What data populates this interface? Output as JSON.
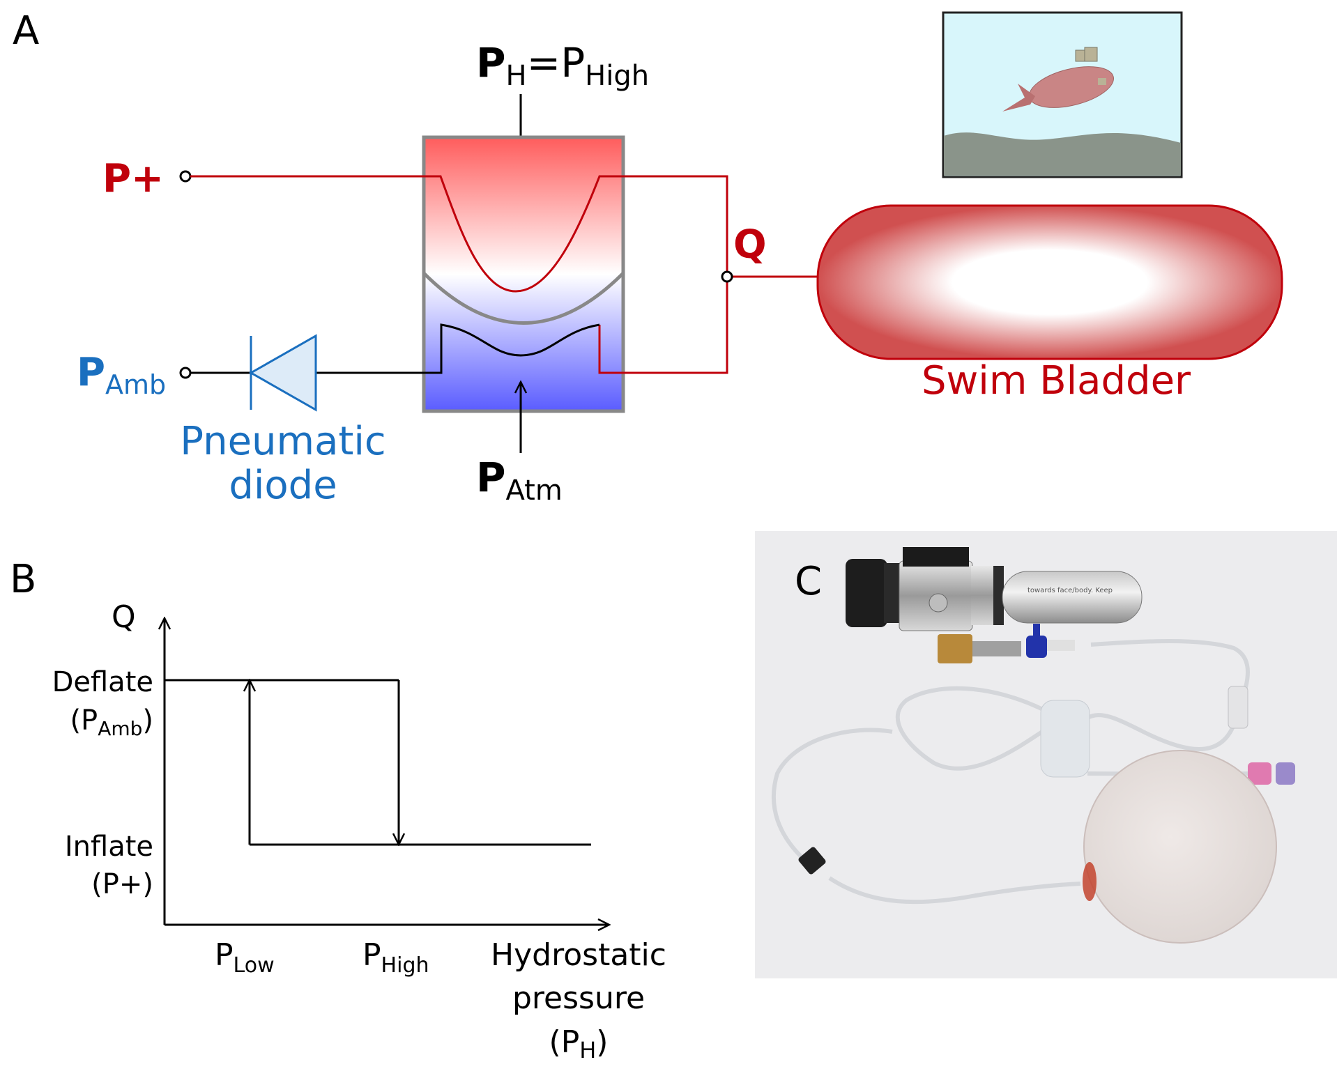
{
  "panel_a": {
    "label": "A",
    "ph_main": "P",
    "ph_sub": "H",
    "ph_eq": "=P",
    "ph_high_sub": "High",
    "p_plus": "P+",
    "q_label": "Q",
    "pamb_main": "P",
    "pamb_sub": "Amb",
    "diode_line1": "Pneumatic",
    "diode_line2": "diode",
    "patm_main": "P",
    "patm_sub": "Atm",
    "bladder_label": "Swim Bladder",
    "colors": {
      "red": "#c0000b",
      "blue": "#1a6fbf",
      "gray": "#888888"
    }
  },
  "panel_b": {
    "label": "B",
    "y_axis": "Q",
    "deflate": "Deflate",
    "deflate_sub_open": "(P",
    "deflate_sub": "Amb",
    "deflate_sub_close": ")",
    "inflate": "Inflate",
    "inflate_sub": "(P+)",
    "plow_main": "P",
    "plow_sub": "Low",
    "phigh_main": "P",
    "phigh_sub": "High",
    "x_line1": "Hydrostatic",
    "x_line2": "pressure",
    "x_line3_open": "(P",
    "x_line3_sub": "H",
    "x_line3_close": ")"
  },
  "panel_c": {
    "label": "C",
    "cartridge_text": "towards face/body. Keep"
  },
  "chart_data": {
    "type": "line",
    "y_levels": [
      "Inflate (P+)",
      "Deflate (PAmb)"
    ],
    "x_ticks": [
      "PLow",
      "PHigh"
    ],
    "series": [
      {
        "name": "",
        "x": [
          "PLow",
          "PLow",
          "PHigh"
        ],
        "y": [
          "Inflate (P+)",
          "Deflate (PAmb)",
          "Deflate (PAmb)"
        ]
      },
      {
        "name": "",
        "x": [
          "PHigh",
          "PHigh",
          "PLow"
        ],
        "y": [
          "Deflate (PAmb)",
          "Inflate (P+)",
          "Inflate (P+)"
        ]
      }
    ]
  }
}
